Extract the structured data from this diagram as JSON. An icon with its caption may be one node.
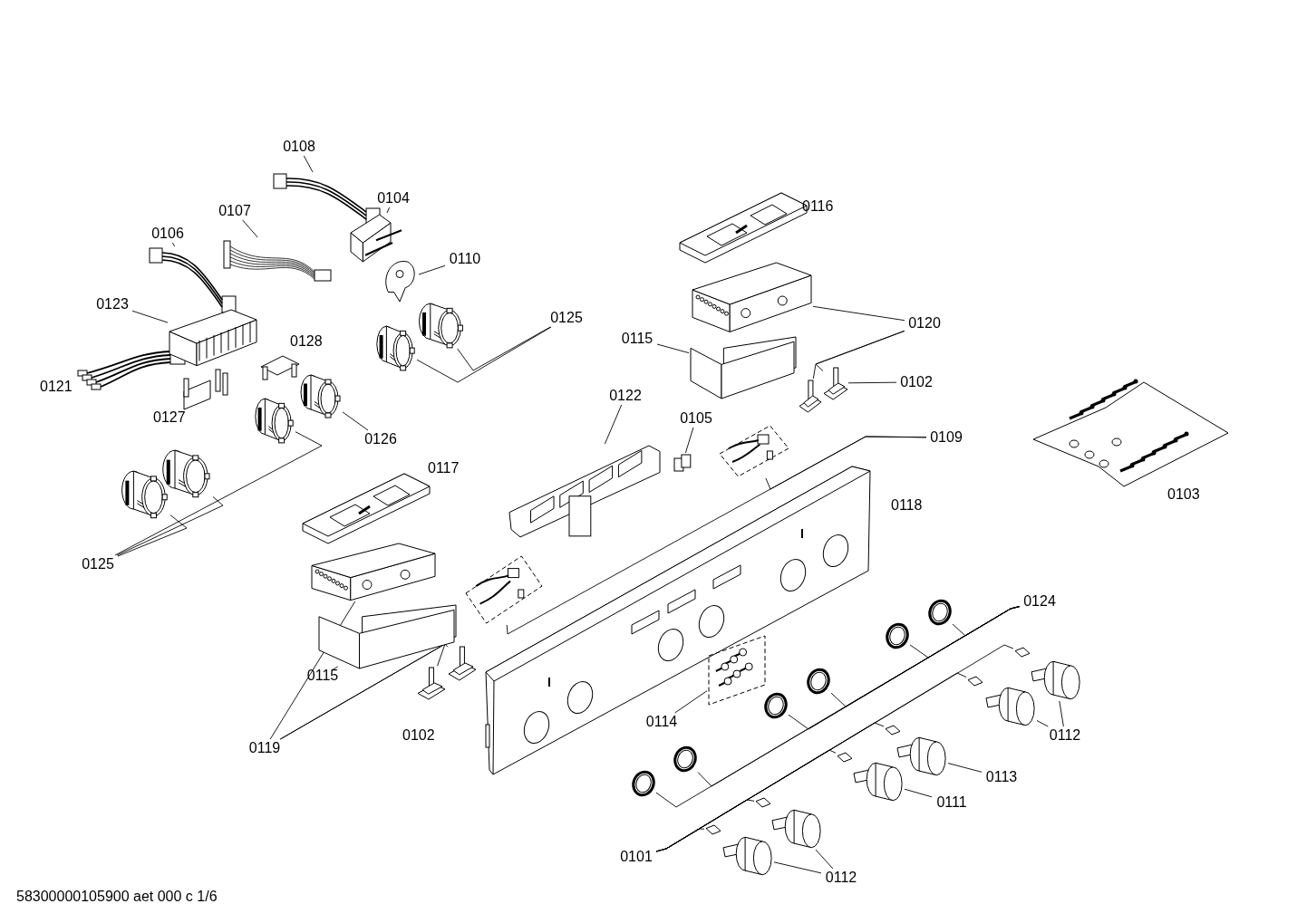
{
  "diagram": {
    "nodes": [
      {
        "text": [
          "0108"
        ]
      },
      {
        "text": [],
        "shape": "picture"
      },
      {
        "text": [
          "0104"
        ]
      },
      {
        "text": [],
        "shape": "picture"
      },
      {
        "text": [
          "0107"
        ]
      },
      {
        "text": [],
        "shape": "picture"
      },
      {
        "text": [
          "0106"
        ]
      },
      {
        "text": [],
        "shape": "picture"
      },
      {
        "text": [
          "0110"
        ]
      },
      {
        "text": [],
        "shape": "picture"
      },
      {
        "text": [
          "0123"
        ]
      },
      {
        "text": [],
        "shape": "picture"
      },
      {
        "text": [
          "0125"
        ]
      },
      {
        "text": [],
        "shape": "picture"
      },
      {
        "text": [],
        "shape": "picture"
      },
      {
        "text": [
          "0126"
        ]
      },
      {
        "text": [],
        "shape": "picture"
      },
      {
        "text": [
          "0125"
        ]
      },
      {
        "text": [],
        "shape": "picture"
      },
      {
        "text": [],
        "shape": "picture"
      },
      {
        "text": [],
        "shape": "picture"
      },
      {
        "text": [
          "0120"
        ]
      },
      {
        "text": [],
        "shape": "picture"
      },
      {
        "text": [],
        "shape": "picture"
      },
      {
        "text": [],
        "shape": "picture"
      },
      {
        "text": [
          "0102"
        ]
      },
      {
        "text": [
          "0115"
        ]
      },
      {
        "text": [],
        "shape": "picture"
      },
      {
        "text": [
          "0122"
        ]
      },
      {
        "text": [],
        "shape": "picture"
      },
      {
        "text": [
          "0105"
        ]
      },
      {
        "text": [],
        "shape": "picture"
      },
      {
        "text": [
          "0109"
        ]
      },
      {
        "text": [],
        "shape": "picture"
      },
      {
        "text": [],
        "shape": "picture"
      },
      {
        "text": [
          "0119"
        ]
      },
      {
        "text": [],
        "shape": "picture"
      },
      {
        "text": [],
        "shape": "picture"
      },
      {
        "text": [],
        "shape": "picture"
      },
      {
        "text": [
          "0115"
        ]
      },
      {
        "text": [],
        "shape": "picture"
      },
      {
        "text": [
          "0114"
        ]
      },
      {
        "text": [],
        "shape": "picture"
      },
      {
        "text": [
          "0124"
        ]
      },
      {
        "text": [],
        "shape": "picture"
      },
      {
        "text": [],
        "shape": "picture"
      },
      {
        "text": [],
        "shape": "picture"
      },
      {
        "text": [],
        "shape": "picture"
      },
      {
        "text": [],
        "shape": "picture"
      },
      {
        "text": [],
        "shape": "picture"
      },
      {
        "text": [
          "0101"
        ]
      },
      {
        "text": [],
        "shape": "picture"
      },
      {
        "text": [],
        "shape": "picture"
      },
      {
        "text": [],
        "shape": "picture"
      },
      {
        "text": [],
        "shape": "picture"
      },
      {
        "text": [],
        "shape": "picture"
      },
      {
        "text": [],
        "shape": "picture"
      },
      {
        "text": [
          "0112"
        ]
      },
      {
        "text": [],
        "shape": "picture"
      },
      {
        "text": [],
        "shape": "picture"
      },
      {
        "text": [
          "0113"
        ]
      },
      {
        "text": [],
        "shape": "picture"
      },
      {
        "text": [
          "0111"
        ]
      },
      {
        "text": [],
        "shape": "picture"
      },
      {
        "text": [
          "0112"
        ]
      },
      {
        "text": [],
        "shape": "picture"
      },
      {
        "text": [],
        "shape": "picture"
      }
    ],
    "edges": [
      {
        "from": 0,
        "to": 1,
        "arrow": "none"
      },
      {
        "from": 2,
        "to": 3,
        "arrow": "none"
      },
      {
        "from": 4,
        "to": 5,
        "arrow": "none"
      },
      {
        "from": 6,
        "to": 7,
        "arrow": "none"
      },
      {
        "from": 8,
        "to": 9,
        "arrow": "none"
      },
      {
        "from": 10,
        "to": 11,
        "arrow": "none"
      },
      {
        "from": 12,
        "to": 13,
        "arrow": "none"
      },
      {
        "from": 12,
        "to": 14,
        "arrow": "none"
      },
      {
        "from": 15,
        "to": 16,
        "arrow": "none"
      },
      {
        "from": 17,
        "to": 18,
        "arrow": "none"
      },
      {
        "from": 17,
        "to": 19,
        "arrow": "none"
      },
      {
        "from": 17,
        "to": 20,
        "arrow": "none"
      },
      {
        "from": 21,
        "to": 22,
        "arrow": "none"
      },
      {
        "from": 21,
        "to": 23,
        "arrow": "none"
      },
      {
        "from": 21,
        "to": 24,
        "arrow": "none"
      },
      {
        "from": 25,
        "to": 24,
        "arrow": "none"
      },
      {
        "from": 26,
        "to": 27,
        "arrow": "none"
      },
      {
        "from": 28,
        "to": 29,
        "arrow": "none"
      },
      {
        "from": 30,
        "to": 31,
        "arrow": "none"
      },
      {
        "from": 32,
        "to": 33,
        "arrow": "none"
      },
      {
        "from": 32,
        "to": 34,
        "arrow": "none"
      },
      {
        "from": 35,
        "to": 36,
        "arrow": "none"
      },
      {
        "from": 35,
        "to": 37,
        "arrow": "none"
      },
      {
        "from": 35,
        "to": 38,
        "arrow": "none"
      },
      {
        "from": 39,
        "to": 40,
        "arrow": "none"
      },
      {
        "from": 41,
        "to": 42,
        "arrow": "none"
      },
      {
        "from": 43,
        "to": 44,
        "arrow": "none"
      },
      {
        "from": 43,
        "to": 45,
        "arrow": "none"
      },
      {
        "from": 43,
        "to": 46,
        "arrow": "none"
      },
      {
        "from": 43,
        "to": 47,
        "arrow": "none"
      },
      {
        "from": 43,
        "to": 48,
        "arrow": "none"
      },
      {
        "from": 43,
        "to": 49,
        "arrow": "none"
      },
      {
        "from": 50,
        "to": 51,
        "arrow": "none"
      },
      {
        "from": 50,
        "to": 52,
        "arrow": "none"
      },
      {
        "from": 50,
        "to": 53,
        "arrow": "none"
      },
      {
        "from": 50,
        "to": 54,
        "arrow": "none"
      },
      {
        "from": 50,
        "to": 55,
        "arrow": "none"
      },
      {
        "from": 50,
        "to": 56,
        "arrow": "none"
      },
      {
        "from": 57,
        "to": 58,
        "arrow": "none"
      },
      {
        "from": 57,
        "to": 59,
        "arrow": "none"
      },
      {
        "from": 60,
        "to": 61,
        "arrow": "none"
      },
      {
        "from": 62,
        "to": 63,
        "arrow": "none"
      },
      {
        "from": 64,
        "to": 65,
        "arrow": "none"
      },
      {
        "from": 64,
        "to": 66,
        "arrow": "none"
      }
    ],
    "labels": [
      "0116",
      "0128",
      "0121",
      "0127",
      "0117",
      "0103",
      "0118",
      "0102",
      "58300000105900 aet 000 c 1/6"
    ]
  }
}
